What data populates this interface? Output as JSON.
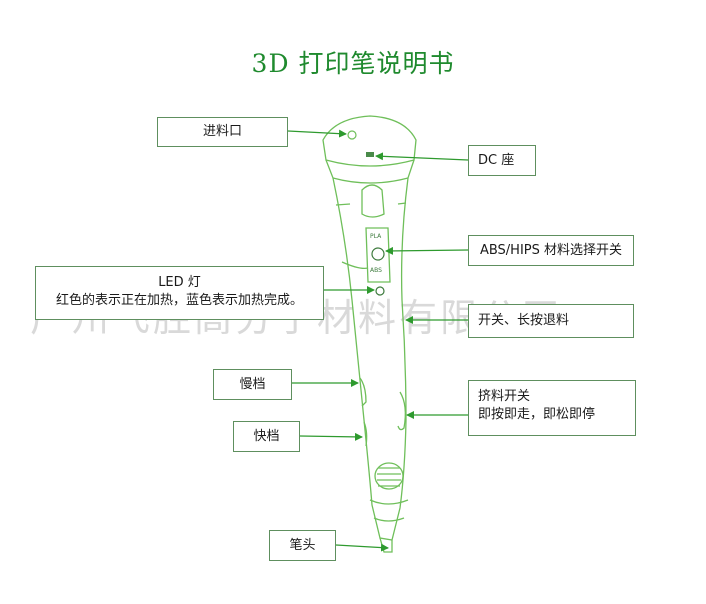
{
  "title": "3D  打印笔说明书",
  "watermark": "广州飞胜高分子材料有限公司",
  "labels": {
    "feed_port": "进料口",
    "dc_socket": "DC 座",
    "material_switch": "ABS/HIPS 材料选择开关",
    "led_title": "LED 灯",
    "led_desc": "红色的表示正在加热，蓝色表示加热完成。",
    "power_switch": "开关、长按退料",
    "slow_gear": "慢档",
    "extrude_switch_title": "挤料开关",
    "extrude_switch_desc": "即按即走，即松即停",
    "fast_gear": "快档",
    "pen_tip": "笔头"
  },
  "pen_marks": {
    "top": "PLA",
    "bottom": "ABS"
  },
  "colors": {
    "title": "#1f8a2e",
    "arrow": "#2e9a2e",
    "pen_outline": "#6fbf5a",
    "box_border": "#5e8f5e"
  }
}
